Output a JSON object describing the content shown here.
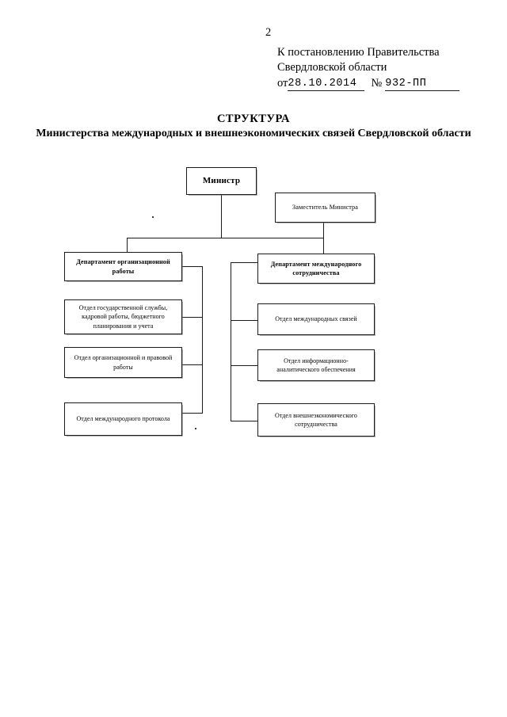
{
  "page": {
    "number": "2"
  },
  "header": {
    "approval_line1": "К постановлению Правительства",
    "approval_line2": "Свердловской области",
    "date_prefix": "от",
    "date_value": "28.10.2014",
    "numero_sign": "№",
    "doc_number": "932-ПП"
  },
  "title": {
    "main": "СТРУКТУРА",
    "sub": "Министерства международных и внешнеэкономических связей Свердловской области"
  },
  "chart_data": {
    "type": "diagram",
    "title": "СТРУКТУРА Министерства международных и внешнеэкономических связей Свердловской области",
    "orientation": "top-down",
    "nodes": [
      {
        "id": "minister",
        "label": "Министр",
        "level": 1,
        "column": "center"
      },
      {
        "id": "deputy",
        "label": "Заместитель Министра",
        "level": 2,
        "column": "right"
      },
      {
        "id": "dept-org",
        "label": "Департамент организационной работы",
        "level": 3,
        "column": "left"
      },
      {
        "id": "dept-intl",
        "label": "Департамент международного сотрудничества",
        "level": 3,
        "column": "right"
      },
      {
        "id": "unit-gos",
        "label": "Отдел государственной службы, кадровой работы, бюджетного планирования и учета",
        "level": 4,
        "column": "left"
      },
      {
        "id": "unit-org",
        "label": "Отдел организационной и правовой работы",
        "level": 4,
        "column": "left"
      },
      {
        "id": "unit-protocol",
        "label": "Отдел международного протокола",
        "level": 4,
        "column": "left"
      },
      {
        "id": "unit-intl-rel",
        "label": "Отдел международных связей",
        "level": 4,
        "column": "right"
      },
      {
        "id": "unit-info",
        "label": "Отдел информационно-аналитического обеспечения",
        "level": 4,
        "column": "right"
      },
      {
        "id": "unit-ved",
        "label": "Отдел внешнеэкономического сотрудничества",
        "level": 4,
        "column": "right"
      }
    ],
    "edges": [
      {
        "from": "minister",
        "to": "dept-org"
      },
      {
        "from": "minister",
        "to": "dept-intl"
      },
      {
        "from": "deputy",
        "to": "dept-intl"
      },
      {
        "from": "dept-org",
        "to": "unit-gos"
      },
      {
        "from": "dept-org",
        "to": "unit-org"
      },
      {
        "from": "dept-org",
        "to": "unit-protocol"
      },
      {
        "from": "dept-intl",
        "to": "unit-intl-rel"
      },
      {
        "from": "dept-intl",
        "to": "unit-info"
      },
      {
        "from": "dept-intl",
        "to": "unit-ved"
      }
    ]
  }
}
